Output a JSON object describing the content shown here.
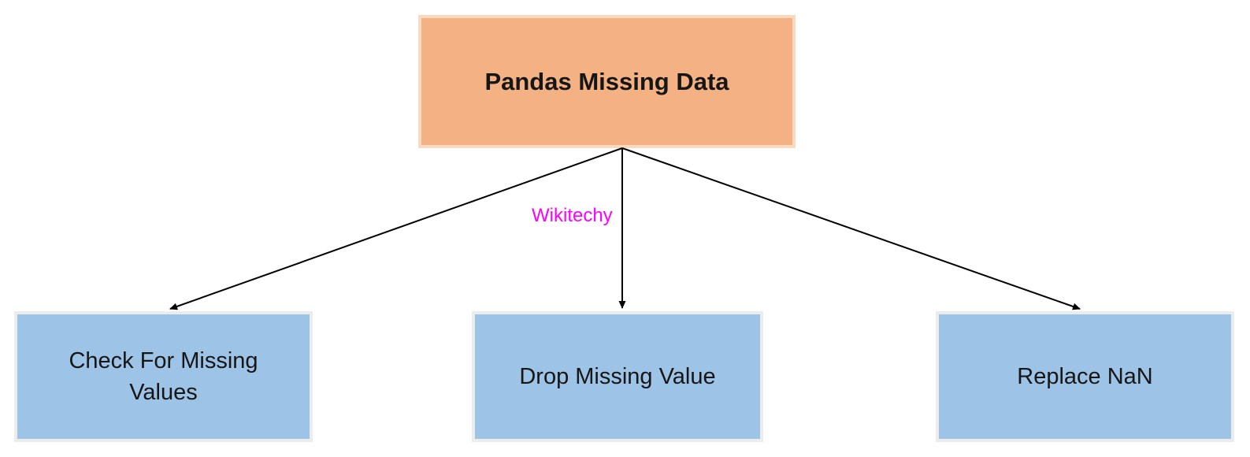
{
  "diagram": {
    "root": {
      "label": "Pandas Missing Data"
    },
    "children": [
      {
        "label": "Check For Missing Values"
      },
      {
        "label": "Drop Missing Value"
      },
      {
        "label": "Replace NaN"
      }
    ],
    "watermark": "Wikitechy",
    "colors": {
      "background": "#FFFFFF",
      "root_fill": "#F4B183",
      "root_border": "#FAD9BE",
      "child_fill": "#9DC3E6",
      "child_border": "#EDECEC",
      "text": "#161616",
      "arrow": "#000000",
      "watermark": "#FF00FF"
    }
  }
}
